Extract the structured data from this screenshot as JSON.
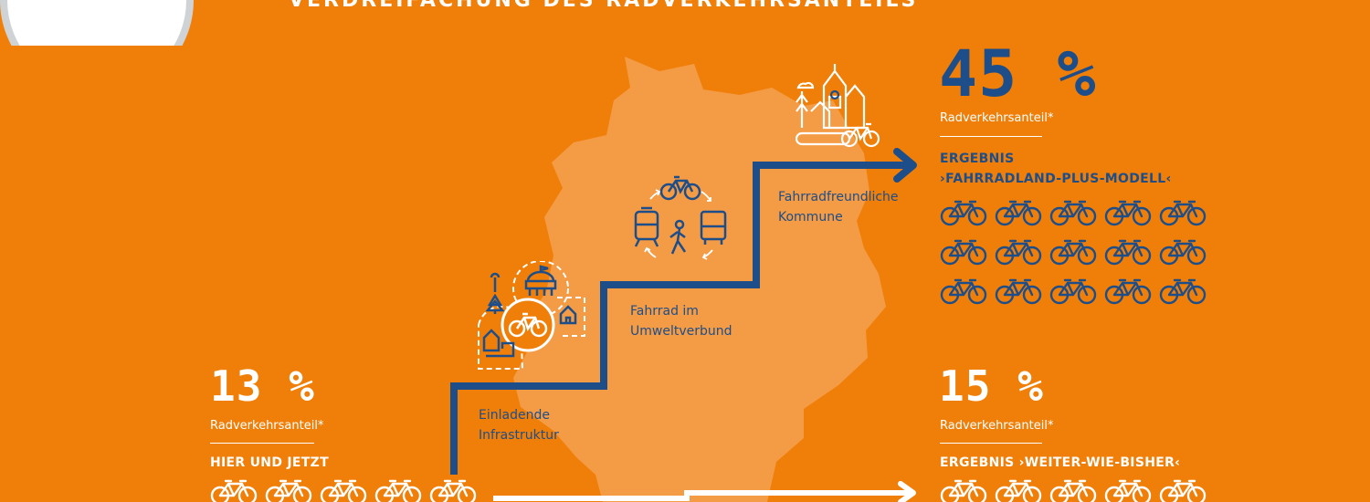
{
  "header": {
    "title": "VERDREIFACHUNG DES RADVERKEHRSANTEILS"
  },
  "left_block": {
    "percent": "13 %",
    "label": "Radverkehrsanteil*",
    "caption": "HIER UND JETZT",
    "bike_count": 5
  },
  "top_right_block": {
    "percent": "45 %",
    "label": "Radverkehrsanteil*",
    "caption_line1": "ERGEBNIS",
    "caption_line2": "›FAHRRADLAND-PLUS-MODELL‹",
    "bike_count": 15
  },
  "bottom_right_block": {
    "percent": "15 %",
    "label": "Radverkehrsanteil*",
    "caption": "ERGEBNIS ›WEITER-WIE-BISHER‹",
    "bike_count": 5
  },
  "steps": [
    {
      "line1": "Einladende",
      "line2": "Infrastruktur"
    },
    {
      "line1": "Fahrrad im",
      "line2": "Umweltverbund"
    },
    {
      "line1": "Fahrradfreundliche",
      "line2": "Kommune"
    }
  ],
  "icons": {
    "bike": "bicycle-icon",
    "infrastructure": "town-infrastructure-icon",
    "mobility": "transport-cycle-icon",
    "commune": "city-skyline-icon",
    "map": "germany-map-silhouette",
    "logo": "badge-circle"
  },
  "colors": {
    "background": "#f07f09",
    "map": "#f49b45",
    "primary_blue": "#1d4e89",
    "white": "#ffffff"
  }
}
